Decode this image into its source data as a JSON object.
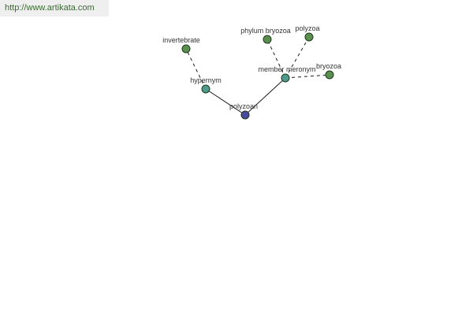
{
  "watermark": {
    "url": "http://www.artikata.com"
  },
  "colors": {
    "leaf_node": "#5a8f4e",
    "relation_node": "#4f9a8c",
    "root_node": "#4a4aa0",
    "edge": "#1a1a1a"
  },
  "graph": {
    "nodes": [
      {
        "id": "polyzoan",
        "label": "polyzoan",
        "kind": "root"
      },
      {
        "id": "hypernym",
        "label": "hypernym",
        "kind": "relation"
      },
      {
        "id": "invertebrate",
        "label": "invertebrate",
        "kind": "leaf"
      },
      {
        "id": "member-meronym",
        "label": "member meronym",
        "kind": "relation"
      },
      {
        "id": "phylum-bryozoa",
        "label": "phylum bryozoa",
        "kind": "leaf"
      },
      {
        "id": "polyzoa",
        "label": "polyzoa",
        "kind": "leaf"
      },
      {
        "id": "bryozoa",
        "label": "bryozoa",
        "kind": "leaf"
      }
    ],
    "edges": [
      {
        "from": "polyzoan",
        "to": "hypernym",
        "style": "solid"
      },
      {
        "from": "polyzoan",
        "to": "member-meronym",
        "style": "solid"
      },
      {
        "from": "hypernym",
        "to": "invertebrate",
        "style": "dashed"
      },
      {
        "from": "member-meronym",
        "to": "phylum-bryozoa",
        "style": "dashed"
      },
      {
        "from": "member-meronym",
        "to": "polyzoa",
        "style": "dashed"
      },
      {
        "from": "member-meronym",
        "to": "bryozoa",
        "style": "dashed"
      }
    ]
  }
}
